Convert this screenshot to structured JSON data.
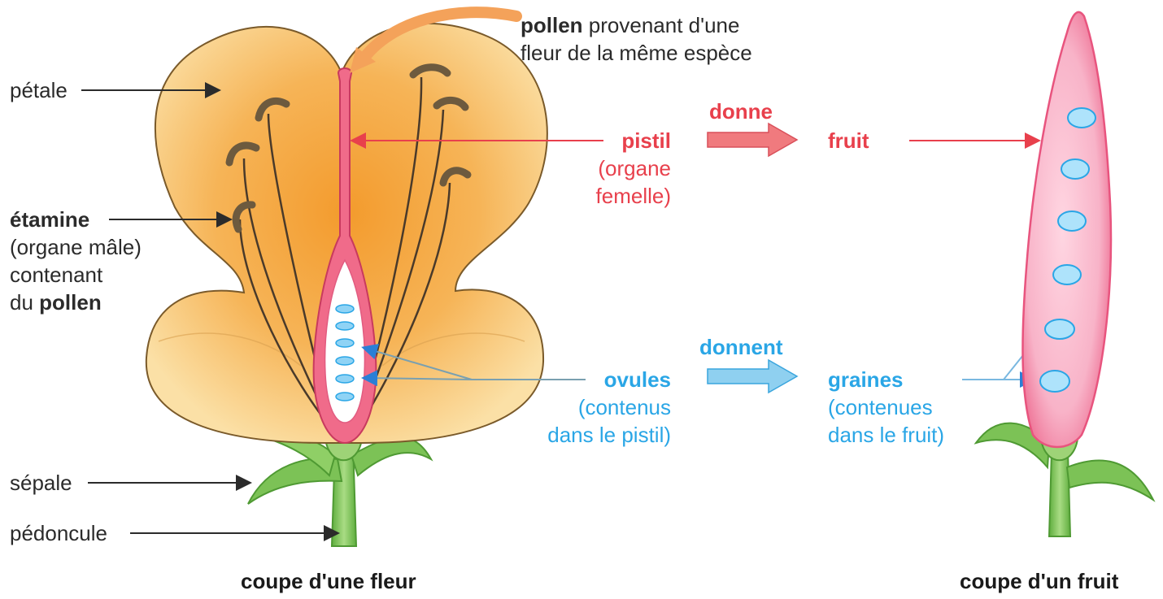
{
  "flower": {
    "petale": "pétale",
    "etamine_bold": "étamine",
    "etamine_line2": "(organe mâle)",
    "etamine_line3": "contenant",
    "etamine_line4_prefix": "du ",
    "etamine_line4_bold": "pollen",
    "sepale": "sépale",
    "pedoncule": "pédoncule",
    "caption": "coupe d'une fleur"
  },
  "pollen": {
    "bold": "pollen",
    "line1_rest": " provenant d'une",
    "line2": "fleur de la même espèce"
  },
  "pistil": {
    "title": "pistil",
    "line2": "(organe",
    "line3": "femelle)",
    "arrow_label": "donne",
    "result": "fruit"
  },
  "ovules": {
    "title": "ovules",
    "line2": "(contenus",
    "line3": "dans le pistil)",
    "arrow_label": "donnent"
  },
  "graines": {
    "title": "graines",
    "line2": "(contenues",
    "line3": "dans le fruit)"
  },
  "fruit": {
    "caption": "coupe d'un fruit"
  },
  "colors": {
    "petal": "#f6b25a",
    "pistil": "#ee5b79",
    "ovule": "#2aa6e6",
    "stem": "#7cc256",
    "text_red": "#e8404c",
    "text_blue": "#2aa6e6"
  }
}
